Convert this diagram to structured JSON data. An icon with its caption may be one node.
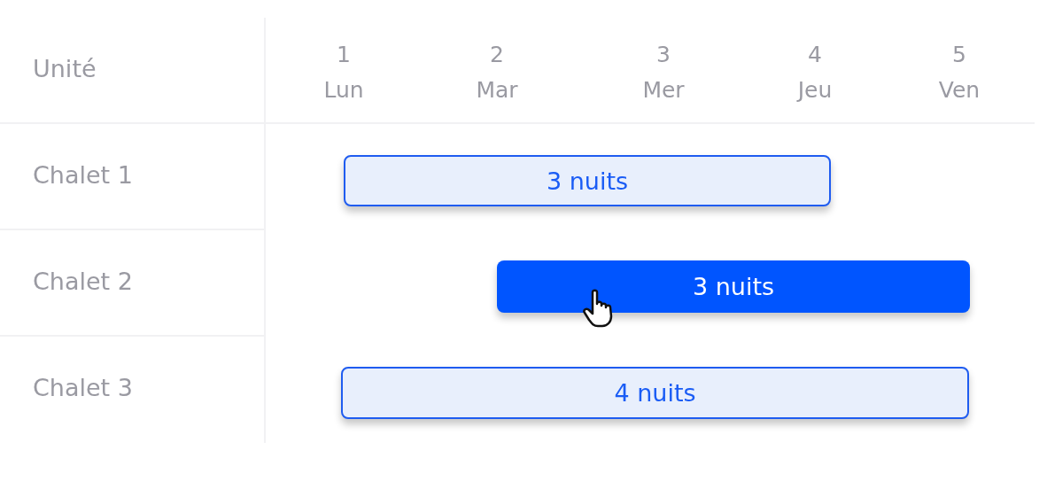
{
  "diagram": {
    "nodes": [
      {
        "text": [
          "3 nuits"
        ]
      },
      {
        "text": [
          "3 nuits"
        ]
      },
      {
        "text": [
          "4 nuits"
        ]
      }
    ],
    "labels": [
      "Unité",
      "1 Lun",
      "2 Mar",
      "3 Mer",
      "4 Jeu",
      "5 Ven",
      "Chalet 1",
      "Chalet 2",
      "Chalet 3"
    ]
  }
}
